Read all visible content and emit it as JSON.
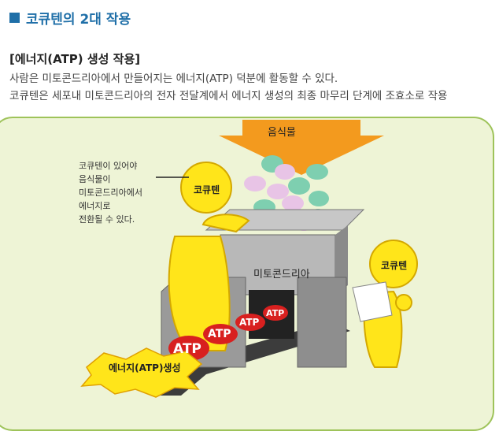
{
  "header": {
    "title": "코큐텐의 2대 작용"
  },
  "section": {
    "subtitle": "[에너지(ATP) 생성 작용]",
    "line1": "사람은 미토콘드리아에서 만들어지는 에너지(ATP) 덕분에 활동할 수 있다.",
    "line2": "코큐텐은 세포내 미토콘드리아의 전자 전달계에서 에너지 생성의 최종 마무리 단계에 조효소로 작용"
  },
  "diagram": {
    "description_lines": [
      "코큐텐이 있어야",
      "음식물이",
      "미토콘드리아에서",
      "에너지로",
      "전환될 수 있다."
    ],
    "food_label": "음식물",
    "character_label_left": "코큐텐",
    "character_label_right": "코큐텐",
    "machine_label": "미토콘드리아",
    "atp_label": "ATP",
    "energy_label": "에너지(ATP)생성"
  },
  "colors": {
    "header_blue": "#1f6fa8",
    "panel_bg": "#eef4d6",
    "panel_border": "#9ec35a",
    "character_yellow": "#ffe51a",
    "arrow_orange": "#f39a1e",
    "atp_red": "#d8201f",
    "machine_gray": "#9a9a9a"
  }
}
